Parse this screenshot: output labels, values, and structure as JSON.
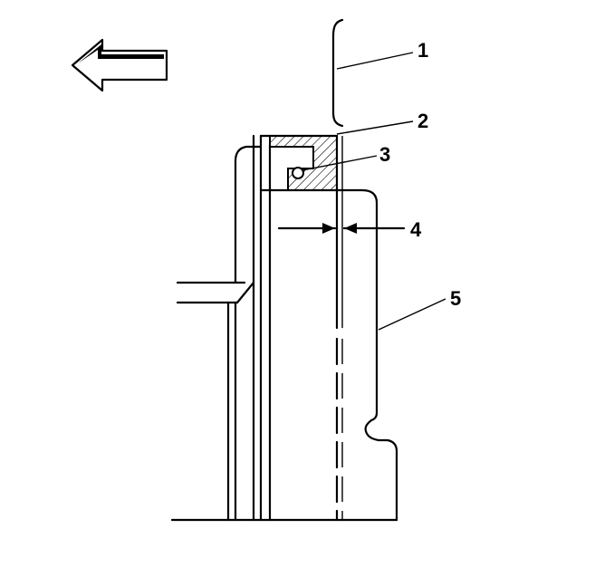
{
  "callouts": [
    {
      "id": "1",
      "label": "1"
    },
    {
      "id": "2",
      "label": "2"
    },
    {
      "id": "3",
      "label": "3"
    },
    {
      "id": "4",
      "label": "4"
    },
    {
      "id": "5",
      "label": "5"
    }
  ],
  "icons": {
    "direction": "arrow-left-icon",
    "seal_section": "hatch-pattern"
  },
  "colors": {
    "line": "#000000",
    "background": "#ffffff"
  }
}
